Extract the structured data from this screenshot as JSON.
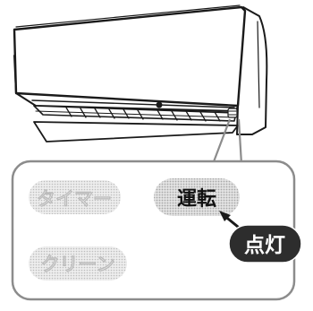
{
  "indicators": {
    "timer_label": "タイマー",
    "operation_label": "運転",
    "clean_label": "クリーン"
  },
  "callout": {
    "label": "点灯"
  },
  "colors": {
    "outline": "#1a1a1a",
    "unit_body": "#ffffff",
    "panel_border": "#8c8c8c",
    "dim_pill_fill": "#d9d9d9",
    "dim_pill_text": "#ffffff",
    "lit_pill_fill": "#d6d6d6",
    "lit_pill_text": "#111111",
    "callout_fill": "#2d2d2d",
    "callout_text": "#ffffff"
  }
}
